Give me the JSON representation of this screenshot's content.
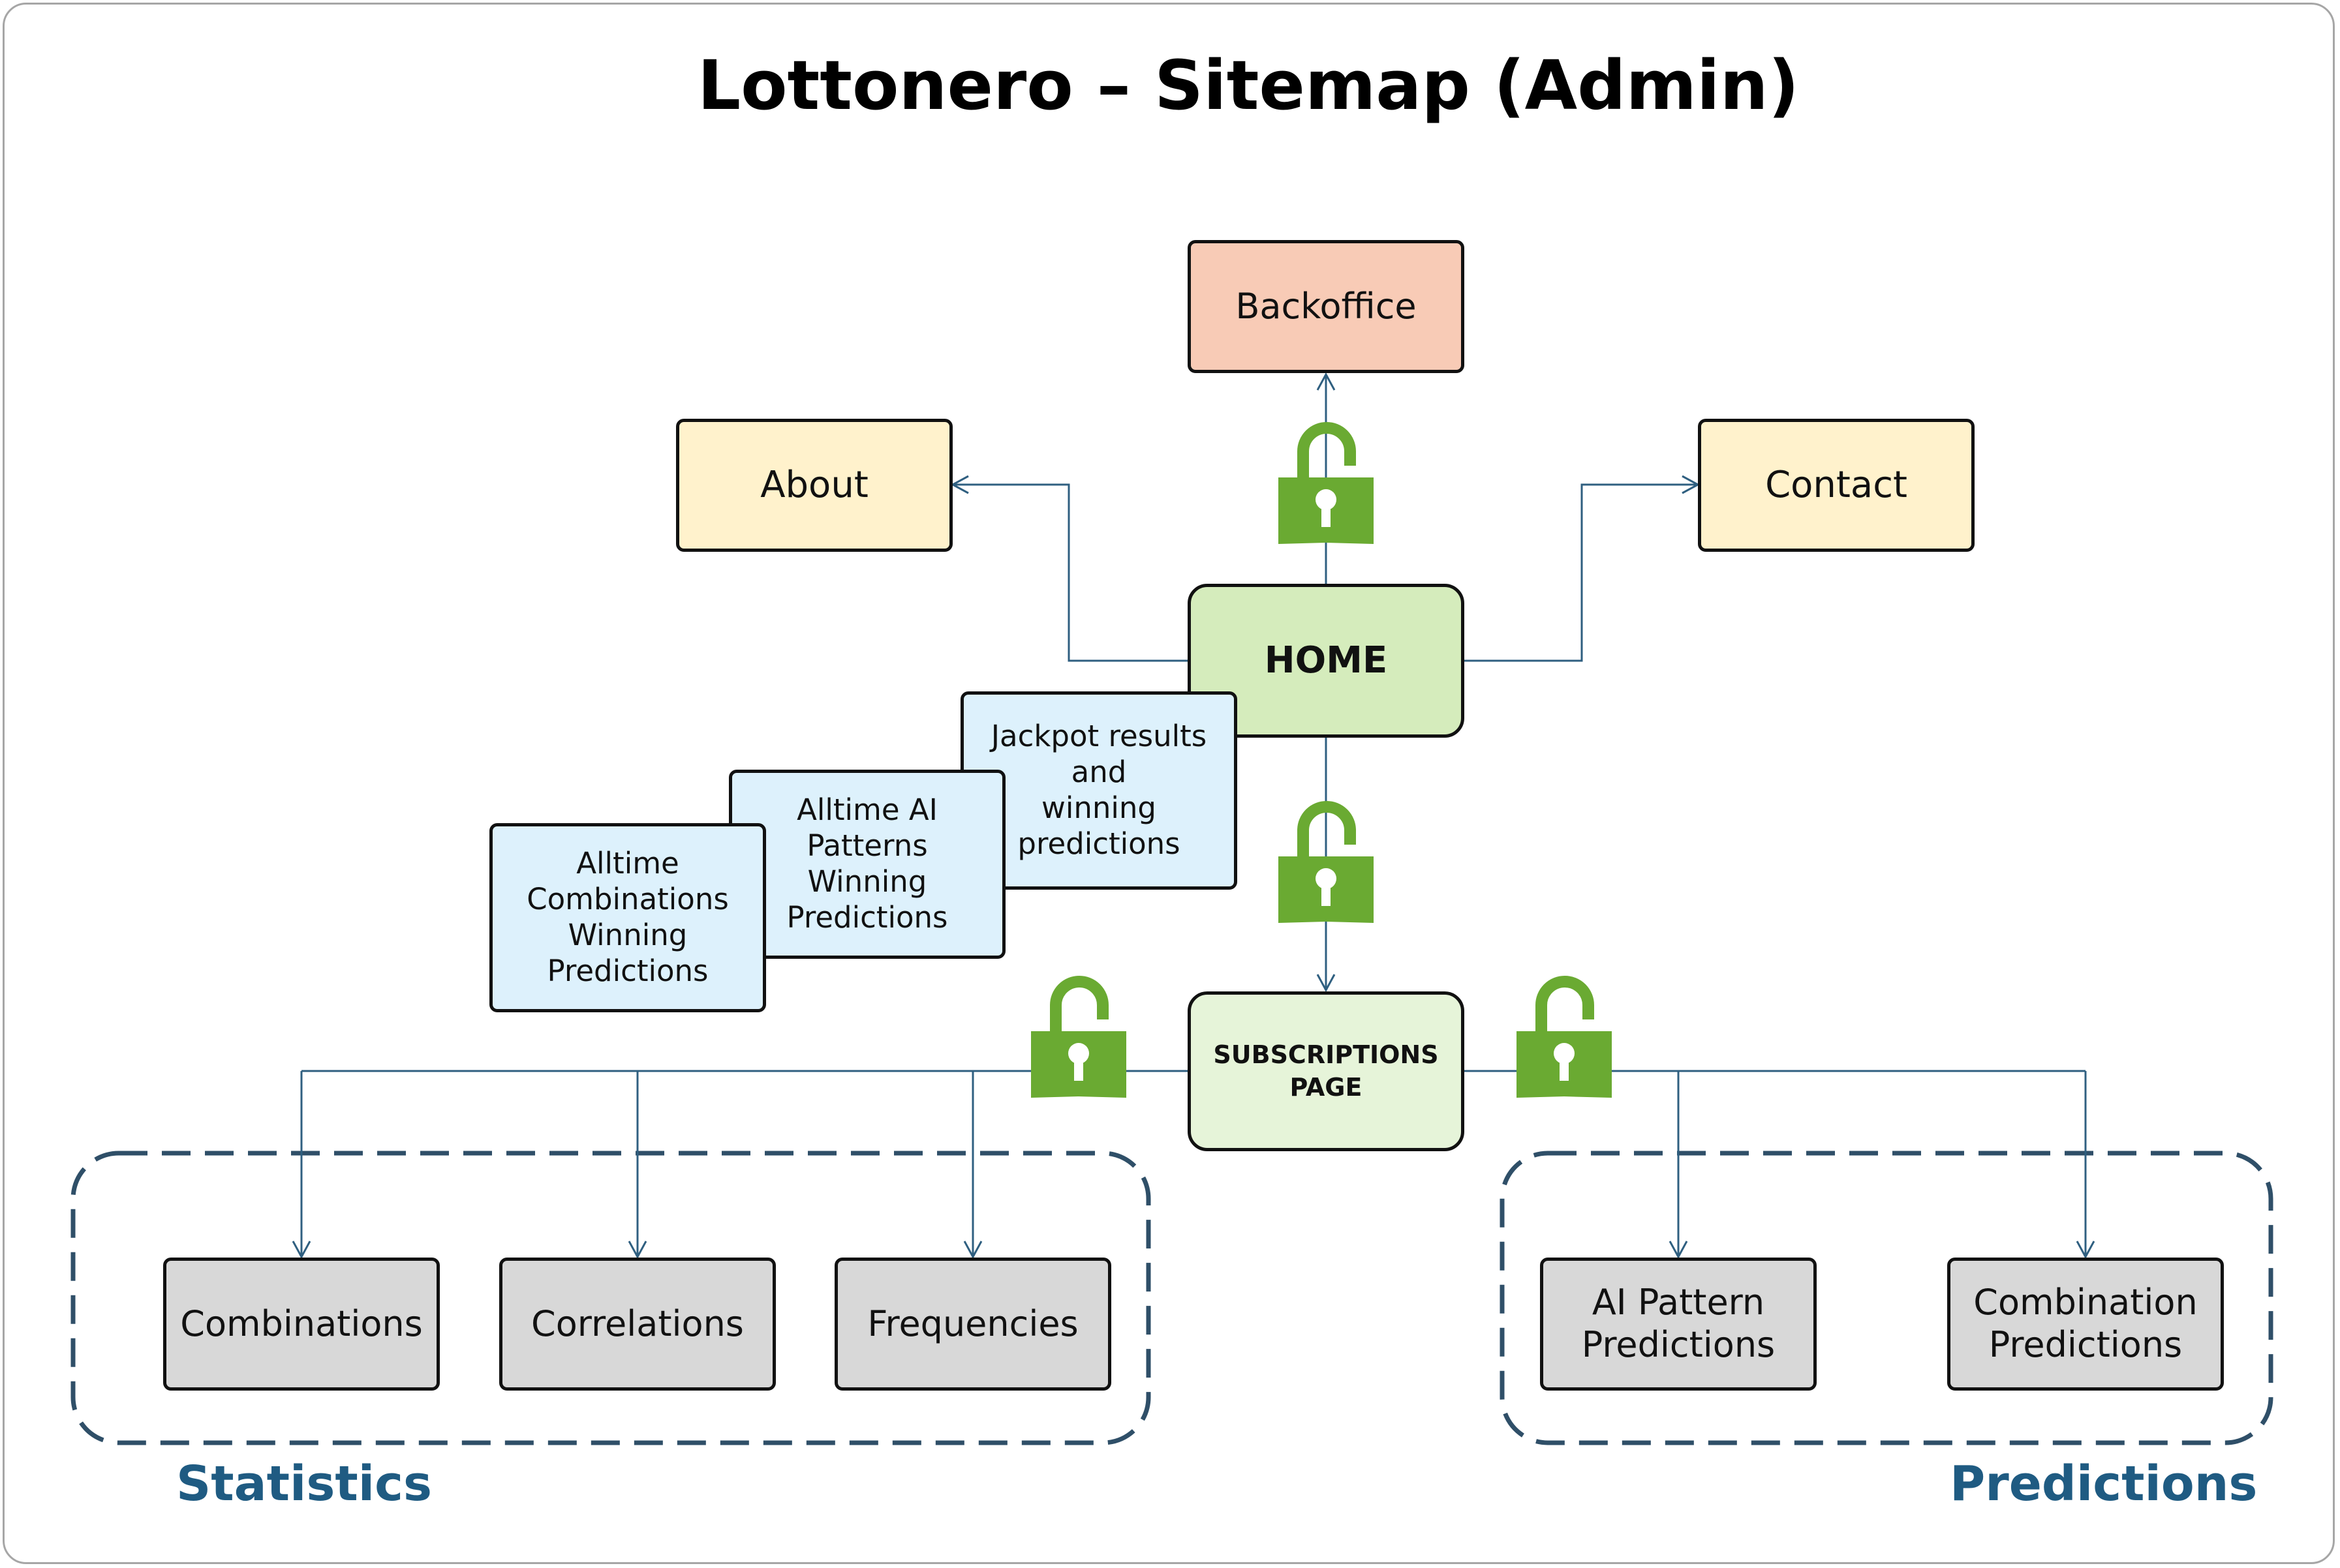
{
  "title": "Lottonero – Sitemap (Admin)",
  "nodes": {
    "backoffice": "Backoffice",
    "about": "About",
    "contact": "Contact",
    "home": "HOME",
    "jackpot": [
      "Jackpot results",
      "and",
      "winning",
      "predictions"
    ],
    "ai_patterns": [
      "Alltime AI",
      "Patterns",
      "Winning",
      "Predictions"
    ],
    "combinations_winning": [
      "Alltime",
      "Combinations",
      "Winning",
      "Predictions"
    ],
    "subscriptions": [
      "SUBSCRIPTIONS",
      "PAGE"
    ],
    "combinations": "Combinations",
    "correlations": "Correlations",
    "frequencies": "Frequencies",
    "ai_pattern_predictions": [
      "AI Pattern",
      "Predictions"
    ],
    "combination_predictions": [
      "Combination",
      "Predictions"
    ]
  },
  "groups": {
    "statistics": "Statistics",
    "predictions": "Predictions"
  },
  "icons": {
    "lock": "unlocked-padlock-icon"
  },
  "colors": {
    "backoffice": "#f8cbb6",
    "about_contact": "#fff2cc",
    "home": "#d5ecbc",
    "subscriptions": "#e6f4d9",
    "blue_cards": "#ddf1fc",
    "grey_leaf": "#d8d8d8",
    "lock": "#6aaa32",
    "connector": "#2f5f80",
    "group_border": "#2f4f68",
    "group_label": "#1f5b82"
  }
}
